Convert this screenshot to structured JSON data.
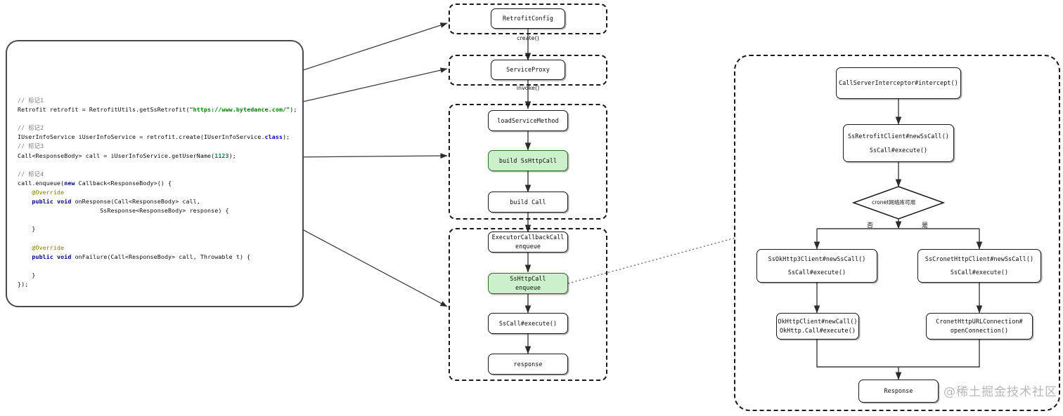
{
  "code_panel": {
    "name": "retrofit-sample-code",
    "lines": [
      {
        "t": "comment",
        "text": "// 标记1"
      },
      {
        "t": "code",
        "text": "Retrofit retrofit = RetrofitUtils.getSsRetrofit(\"https://www.bytedance.com/\");"
      },
      {
        "t": "blank",
        "text": ""
      },
      {
        "t": "comment",
        "text": "// 标记2"
      },
      {
        "t": "code",
        "text": "IUserInfoService iUserInfoService = retrofit.create(IUserInfoService.class);"
      },
      {
        "t": "comment",
        "text": "// 标记3"
      },
      {
        "t": "code",
        "text": "Call<ResponseBody> call = iUserInfoService.getUserName(1123);"
      },
      {
        "t": "blank",
        "text": ""
      },
      {
        "t": "comment",
        "text": "// 标记4"
      },
      {
        "t": "code",
        "text": "call.enqueue(new Callback<ResponseBody>() {"
      },
      {
        "t": "code",
        "text": "    @Override"
      },
      {
        "t": "code",
        "text": "    public void onResponse(Call<ResponseBody> call,"
      },
      {
        "t": "code",
        "text": "                       SsResponse<ResponseBody> response) {"
      },
      {
        "t": "blank",
        "text": ""
      },
      {
        "t": "code",
        "text": "    }"
      },
      {
        "t": "blank",
        "text": ""
      },
      {
        "t": "code",
        "text": "    @Override"
      },
      {
        "t": "code",
        "text": "    public void onFailure(Call<ResponseBody> call, Throwable t) {"
      },
      {
        "t": "blank",
        "text": ""
      },
      {
        "t": "code",
        "text": "    }"
      },
      {
        "t": "code",
        "text": "});"
      }
    ],
    "string_literal": "\"https://www.bytedance.com/\"",
    "number_literal": "1123",
    "keywords": [
      "new",
      "public",
      "void",
      "class"
    ],
    "annotation": "@Override"
  },
  "middle_column": {
    "groups": [
      {
        "id": "group-config",
        "nodes": [
          {
            "id": "retrofit-config",
            "label": "RetrofitConfig"
          }
        ]
      },
      {
        "id": "group-proxy",
        "nodes": [
          {
            "id": "service-proxy",
            "label": "ServiceProxy"
          }
        ]
      },
      {
        "id": "group-build",
        "nodes": [
          {
            "id": "load-service-method",
            "label": "loadServiceMethod"
          },
          {
            "id": "build-sshttpcall",
            "label": "build SsHttpCall",
            "highlight": "green"
          },
          {
            "id": "build-call",
            "label": "build Call"
          }
        ]
      },
      {
        "id": "group-enqueue",
        "nodes": [
          {
            "id": "executor-callback-call",
            "label_line1": "ExecutorCallbackCall",
            "label_line2": "enqueue"
          },
          {
            "id": "sshttpcall-enqueue",
            "label_line1": "SsHttpCall",
            "label_line2": "enqueue",
            "highlight": "green"
          },
          {
            "id": "sscall-execute",
            "label": "SsCall#execute()"
          },
          {
            "id": "response",
            "label": "response"
          }
        ]
      }
    ],
    "edge_labels": [
      {
        "id": "edge-create",
        "text": "create()"
      },
      {
        "id": "edge-invoke",
        "text": "invoke()"
      }
    ]
  },
  "right_panel": {
    "id": "network-stack-panel",
    "nodes": [
      {
        "id": "call-server-interceptor",
        "label": "CallServerInterceptor#intercept()"
      },
      {
        "id": "ss-retrofit-client",
        "label_line1": "SsRetrofitClient#newSsCall()",
        "label_line2": "SsCall#execute()"
      },
      {
        "id": "cronet-decision",
        "label": "cronet网络库可用",
        "shape": "diamond"
      },
      {
        "id": "ss-okhttp3-client",
        "label_line1": "SsOkHttp3Client#newSsCall()",
        "label_line2": "SsCall#execute()"
      },
      {
        "id": "ss-cronet-http-client",
        "label_line1": "SsCronetHttpClient#newSsCall()",
        "label_line2": "SsCall#execute()"
      },
      {
        "id": "okhttp-client",
        "label_line1": "OkHttpClient#newCall()",
        "label_line2": "OkHttp.Call#execute()"
      },
      {
        "id": "cronet-url-connection",
        "label_line1": "CronetHttpURLConnection#",
        "label_line2": "openConnection()"
      },
      {
        "id": "response-final",
        "label": "Response"
      }
    ],
    "branch_labels": {
      "no": "否",
      "yes": "是"
    }
  },
  "watermark": {
    "text": "@稀土掘金技术社区"
  },
  "colors": {
    "highlight_fill": "#ccf0cc",
    "highlight_border": "#2d6b2d",
    "node_border": "#1a1a1a",
    "string_green": "#008000",
    "keyword_blue": "#000080",
    "comment_gray": "#808080",
    "annotation_olive": "#808000",
    "watermark_gray": "#b8b8b8"
  }
}
